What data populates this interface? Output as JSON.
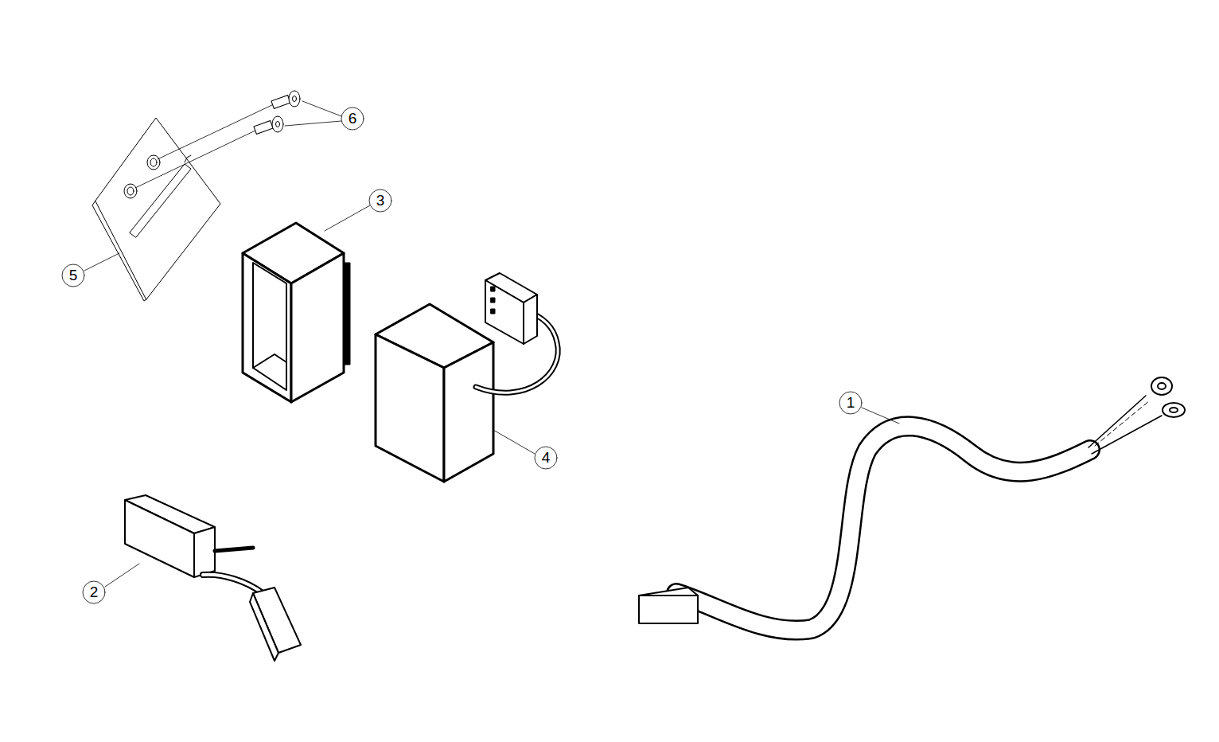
{
  "diagram": {
    "labels": [
      "6",
      "3",
      "5",
      "4",
      "2",
      "1"
    ]
  }
}
